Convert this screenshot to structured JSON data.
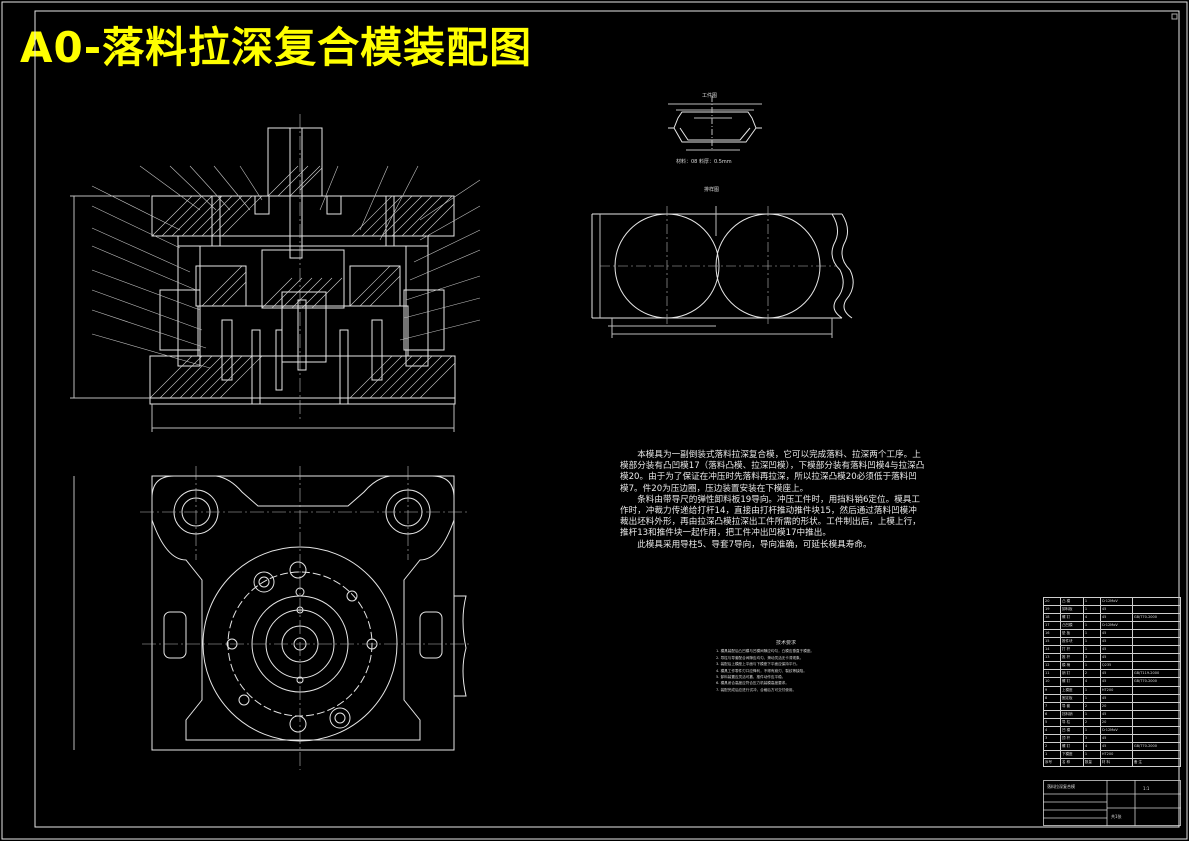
{
  "title": "A0-落料拉深复合模装配图",
  "colors": {
    "background": "#000000",
    "title": "#ffff00",
    "lines": "#e6e6e6",
    "centerline": "#d8d8d8"
  },
  "part_drawing": {
    "heading": "工件图",
    "note": "材料：08  料厚：0.5mm"
  },
  "layout_drawing": {
    "heading": "排样图"
  },
  "description": [
    "本模具为一副倒装式落料拉深复合模，它可以完成落料、拉深两个工序。上模部分装有凸凹模17（落料凸模、拉深凹模），下模部分装有落料凹模4与拉深凸模20。由于为了保证在冲压时先落料再拉深，所以拉深凸模20必须低于落料凹模7。件20为压边圈，压边装置安装在下模座上。",
    "条料由带导尺的弹性卸料板19导向。冲压工件时，用挡料销6定位。模具工作时，冲裁力传递给打杆14，直接由打杆推动推件块15，然后通过落料凹模冲裁出坯料外形，再由拉深凸模拉深出工件所需的形状。工件制出后，上模上行，推杆13和推件块一起作用，把工件冲出凹模17中推出。",
    "此模具采用导柱5、导套7导向，导向准确，可延长模具寿命。"
  ],
  "tech_requirements": {
    "heading": "技术要求",
    "items": [
      "1. 模具装配后凸凹模与凹模间隙应均匀，凸模应垂直于模座。",
      "2. 导柱与导套配合间隙应均匀，滑动灵活无卡滞现象。",
      "3. 装配后上模座上平面与下模座下平面应保持平行。",
      "4. 模具工作零件刃口应锋利，不得有崩刃、裂纹等缺陷。",
      "5. 卸料装置应灵活可靠，推件动作应平稳。",
      "6. 模具闭合高度应符合压力机装模高度要求。",
      "7. 装配完成后应进行试冲，合格后方可交付使用。"
    ]
  },
  "bom": {
    "rows": [
      [
        "20",
        "凸 模",
        "1",
        "Cr12MoV",
        ""
      ],
      [
        "19",
        "卸料板",
        "1",
        "45",
        ""
      ],
      [
        "18",
        "螺 钉",
        "4",
        "45",
        "GB/T70-2000"
      ],
      [
        "17",
        "凸凹模",
        "1",
        "Cr12MoV",
        ""
      ],
      [
        "16",
        "垫 板",
        "1",
        "45",
        ""
      ],
      [
        "15",
        "推件块",
        "1",
        "45",
        ""
      ],
      [
        "14",
        "打 杆",
        "1",
        "45",
        ""
      ],
      [
        "13",
        "推 杆",
        "3",
        "45",
        ""
      ],
      [
        "12",
        "模 柄",
        "1",
        "Q235",
        ""
      ],
      [
        "11",
        "销 钉",
        "2",
        "45",
        "GB/T119-2000"
      ],
      [
        "10",
        "螺 钉",
        "4",
        "45",
        "GB/T70-2000"
      ],
      [
        "9",
        "上模座",
        "1",
        "HT200",
        ""
      ],
      [
        "8",
        "固定板",
        "1",
        "45",
        ""
      ],
      [
        "7",
        "导 套",
        "2",
        "20",
        ""
      ],
      [
        "6",
        "挡料销",
        "1",
        "45",
        ""
      ],
      [
        "5",
        "导 柱",
        "2",
        "20",
        ""
      ],
      [
        "4",
        "凹 模",
        "1",
        "Cr12MoV",
        ""
      ],
      [
        "3",
        "顶 杆",
        "3",
        "45",
        ""
      ],
      [
        "2",
        "螺 钉",
        "4",
        "45",
        "GB/T70-2000"
      ],
      [
        "1",
        "下模座",
        "1",
        "HT200",
        ""
      ]
    ],
    "header": [
      "序号",
      "名 称",
      "数量",
      "材 料",
      "备 注"
    ]
  },
  "title_block": {
    "name": "落料拉深复合模",
    "scale": "1:1",
    "sheet": "共1张"
  }
}
